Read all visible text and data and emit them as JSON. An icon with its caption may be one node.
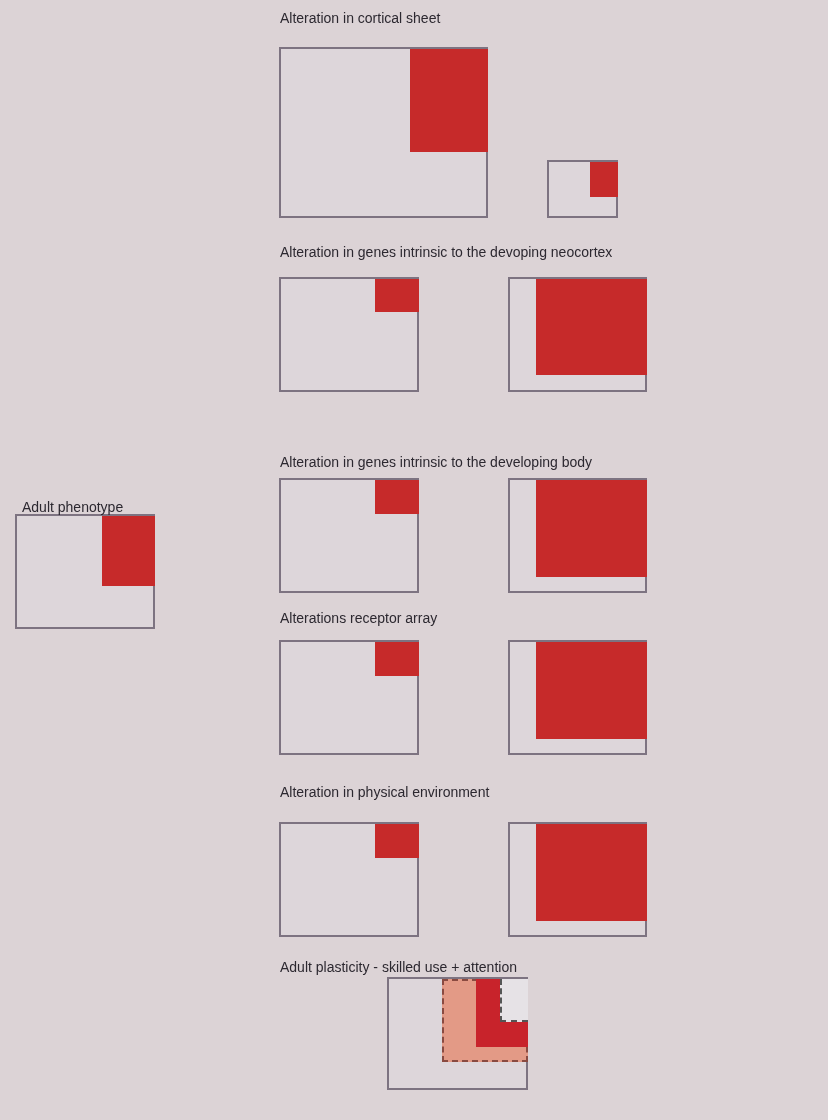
{
  "diagram": {
    "labels": [
      "Alteration in cortical sheet",
      "Alteration in genes intrinsic to the devoping neocortex",
      "Adult phenotype",
      "Alteration in genes intrinsic to the developing body",
      "Alterations receptor array",
      "Alteration in physical environment",
      "Adult plasticity - skilled use + attention"
    ]
  }
}
